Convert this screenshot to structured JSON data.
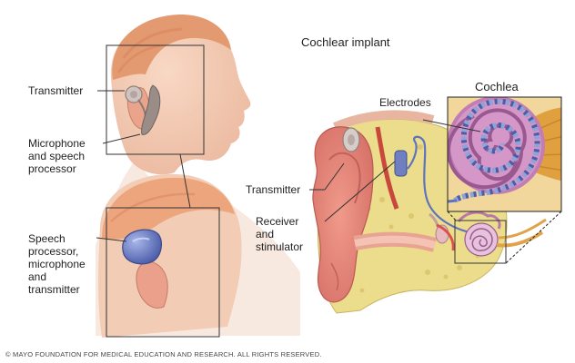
{
  "diagram": {
    "title": "Cochlear implant",
    "inset_title": "Cochlea",
    "labels": {
      "transmitter_head": "Transmitter",
      "microphone_processor": [
        "Microphone",
        "and speech",
        "processor"
      ],
      "processor_mic_transmitter": [
        "Speech",
        "processor,",
        "microphone",
        "and",
        "transmitter"
      ],
      "transmitter_ear": "Transmitter",
      "receiver_stimulator": [
        "Receiver",
        "and",
        "stimulator"
      ],
      "electrodes": "Electrodes"
    },
    "copyright": "© MAYO FOUNDATION FOR MEDICAL EDUCATION AND RESEARCH. ALL RIGHTS RESERVED."
  },
  "colors": {
    "skin": "#f2c6ae",
    "hair": "#e8a47c",
    "ear": "#e7857a",
    "cochlea": "#c07ab0",
    "bone": "#ead986",
    "device": "#6f7fbf",
    "electrode": "#7d8bbf"
  }
}
